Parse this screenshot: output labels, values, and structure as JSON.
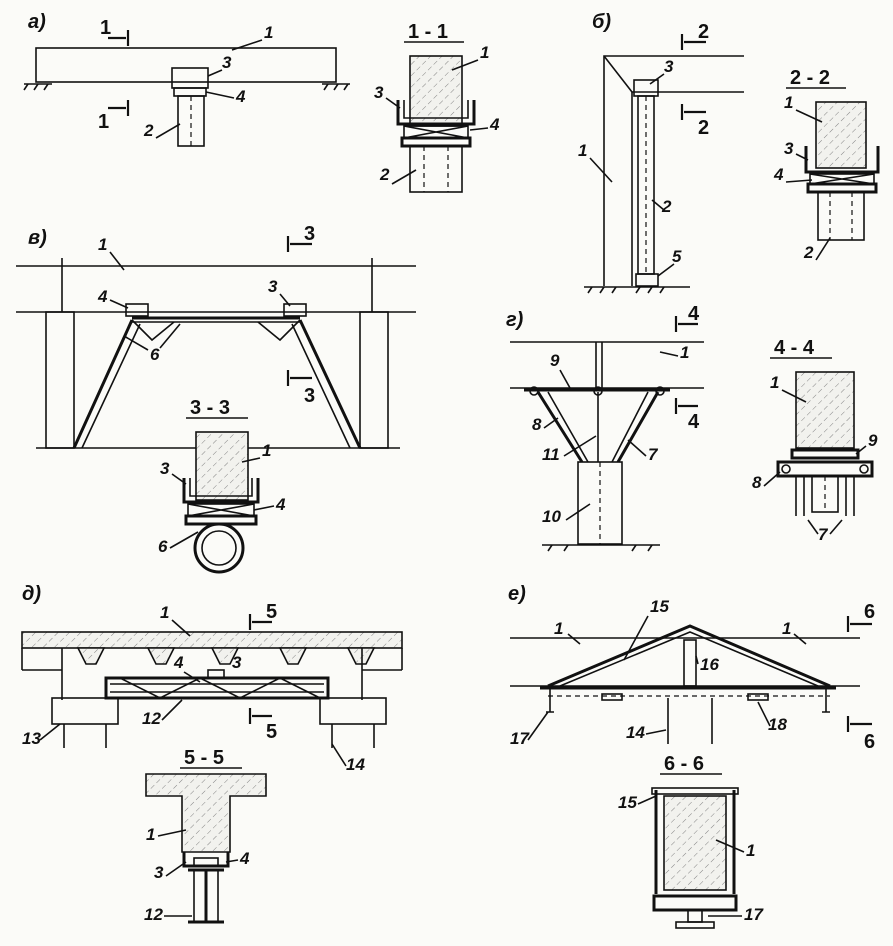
{
  "panels": {
    "a": "а)",
    "b": "б)",
    "v": "в)",
    "g": "г)",
    "d": "д)",
    "e": "е)"
  },
  "sections": {
    "s1": "1 - 1",
    "s2": "2 - 2",
    "s3": "3 - 3",
    "s4": "4 - 4",
    "s5": "5 - 5",
    "s6": "6 - 6"
  },
  "cut_marks": {
    "c1": "1",
    "c2": "2",
    "c3": "3",
    "c4": "4",
    "c5": "5",
    "c6": "6"
  },
  "labels": {
    "n1": "1",
    "n2": "2",
    "n3": "3",
    "n4": "4",
    "n5": "5",
    "n6": "6",
    "n7": "7",
    "n8": "8",
    "n9": "9",
    "n10": "10",
    "n11": "11",
    "n12": "12",
    "n13": "13",
    "n14": "14",
    "n15": "15",
    "n16": "16",
    "n17": "17",
    "n18": "18"
  }
}
